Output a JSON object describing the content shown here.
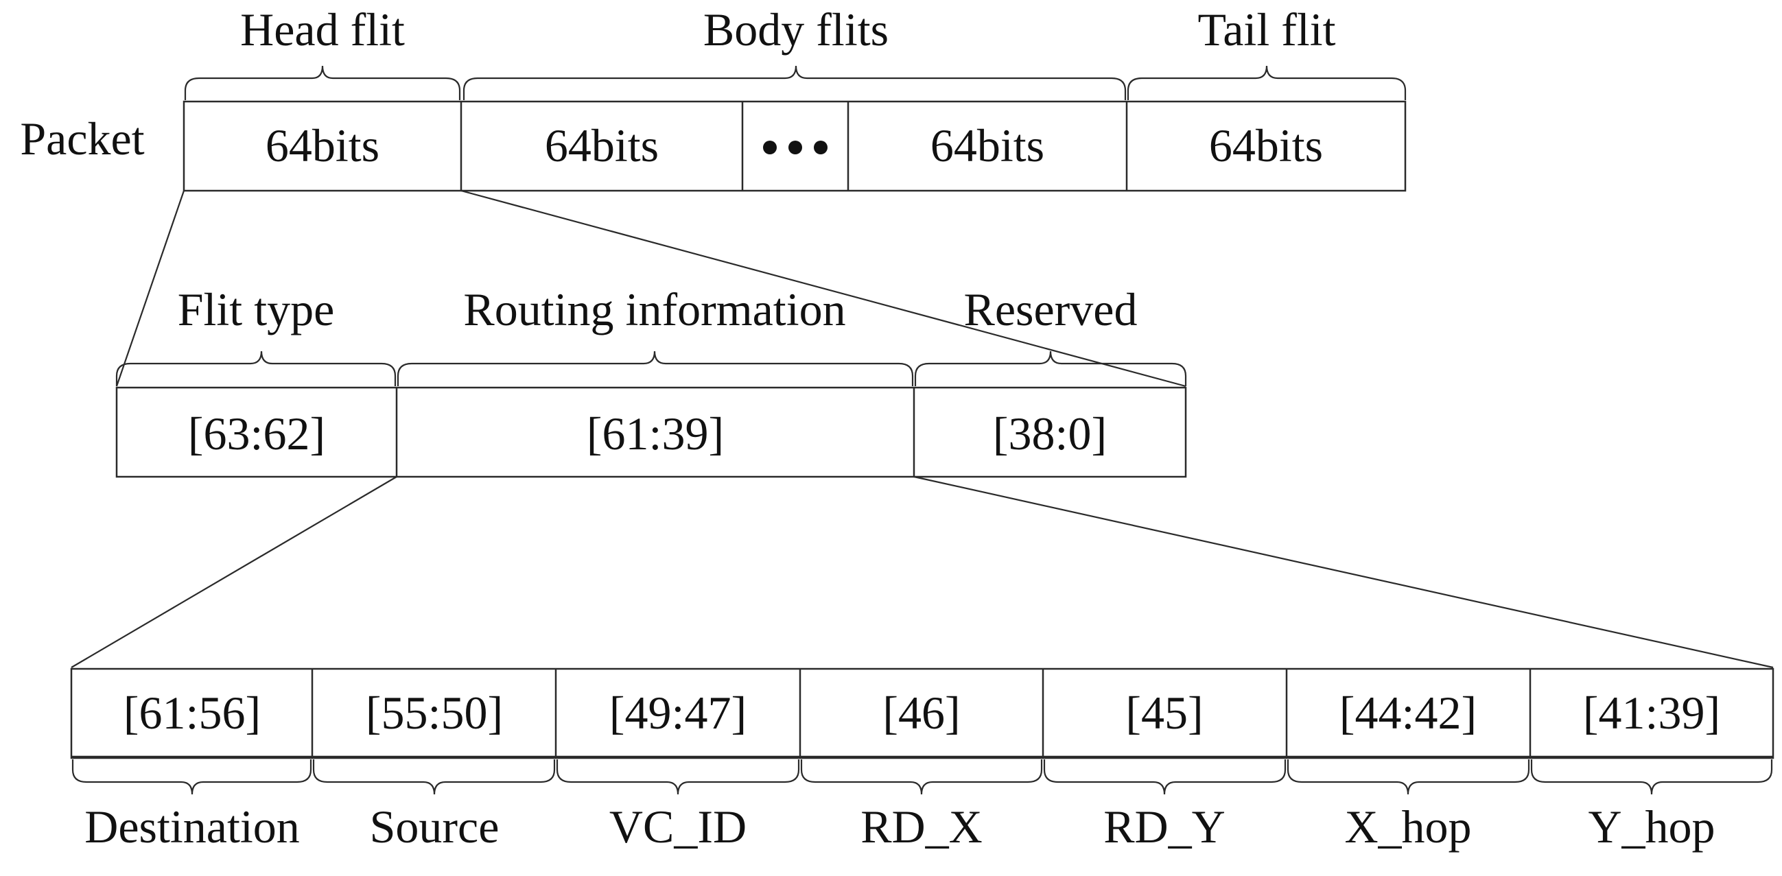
{
  "packet": {
    "label": "Packet",
    "headers": [
      "Head flit",
      "Body flits",
      "Tail flit"
    ],
    "cells": [
      "64bits",
      "64bits",
      "",
      "64bits",
      "64bits"
    ]
  },
  "head_flit": {
    "headers": [
      "Flit type",
      "Routing information",
      "Reserved"
    ],
    "cells": [
      "[63:62]",
      "[61:39]",
      "[38:0]"
    ]
  },
  "routing": {
    "cells": [
      "[61:56]",
      "[55:50]",
      "[49:47]",
      "[46]",
      "[45]",
      "[44:42]",
      "[41:39]"
    ],
    "labels": [
      "Destination",
      "Source",
      "VC_ID",
      "RD_X",
      "RD_Y",
      "X_hop",
      "Y_hop"
    ]
  }
}
